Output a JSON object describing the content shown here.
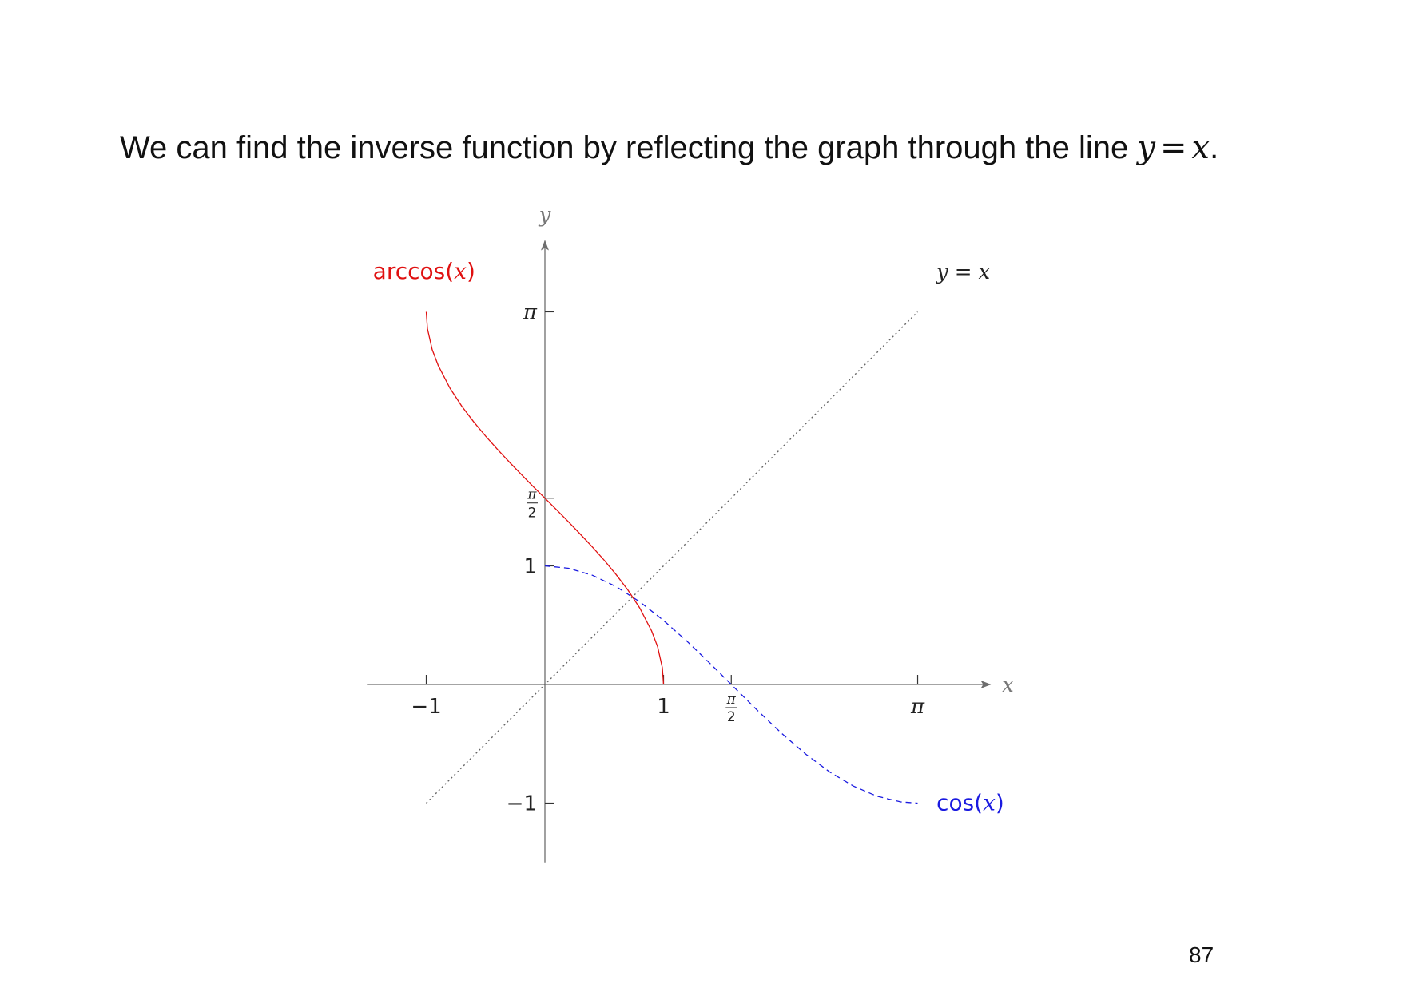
{
  "slide": {
    "heading_text": "We can find the inverse function by reflecting the graph through the line",
    "heading_var_left": "y",
    "heading_eq": "=",
    "heading_var_right": "x",
    "heading_end": ".",
    "page_number": "87"
  },
  "chart_data": {
    "type": "line",
    "title": "",
    "xlabel": "x",
    "ylabel": "y",
    "xlim": [
      -1.5,
      3.7
    ],
    "ylim": [
      -1.5,
      3.7
    ],
    "grid": false,
    "x_ticks": [
      {
        "value": -1,
        "label": "−1"
      },
      {
        "value": 1,
        "label": "1"
      },
      {
        "value": 1.5708,
        "label_num": "π",
        "label_den": "2"
      },
      {
        "value": 3.1416,
        "label": "π"
      }
    ],
    "y_ticks": [
      {
        "value": -1,
        "label": "−1"
      },
      {
        "value": 1,
        "label": "1"
      },
      {
        "value": 1.5708,
        "label_num": "π",
        "label_den": "2"
      },
      {
        "value": 3.1416,
        "label": "π"
      }
    ],
    "series": [
      {
        "name": "arccos(x)",
        "name_fn": "arccos",
        "name_arg": "x",
        "color": "#e01010",
        "style": "solid",
        "x": [
          -1.0,
          -0.99,
          -0.95,
          -0.9,
          -0.8,
          -0.7,
          -0.6,
          -0.5,
          -0.4,
          -0.3,
          -0.2,
          -0.1,
          0.0,
          0.1,
          0.2,
          0.3,
          0.4,
          0.5,
          0.6,
          0.7,
          0.8,
          0.9,
          0.95,
          0.99,
          1.0
        ],
        "y": [
          3.1416,
          3.0002,
          2.824,
          2.6906,
          2.4981,
          2.3462,
          2.2143,
          2.0944,
          1.9823,
          1.8755,
          1.7722,
          1.671,
          1.5708,
          1.4706,
          1.3694,
          1.2661,
          1.1593,
          1.0472,
          0.9273,
          0.7954,
          0.6435,
          0.451,
          0.3176,
          0.1415,
          0.0
        ]
      },
      {
        "name": "cos(x)",
        "name_fn": "cos",
        "name_arg": "x",
        "color": "#1a1ae0",
        "style": "dashed",
        "x": [
          0.0,
          0.2,
          0.4,
          0.6,
          0.8,
          1.0,
          1.2,
          1.4,
          1.6,
          1.8,
          2.0,
          2.2,
          2.4,
          2.6,
          2.8,
          3.0,
          3.1416
        ],
        "y": [
          1.0,
          0.9801,
          0.9211,
          0.8253,
          0.6967,
          0.5403,
          0.3624,
          0.17,
          -0.0292,
          -0.2272,
          -0.4161,
          -0.5885,
          -0.7374,
          -0.8569,
          -0.9422,
          -0.99,
          -1.0
        ]
      },
      {
        "name": "y = x",
        "name_left": "y",
        "name_eq": "=",
        "name_right": "x",
        "color": "#666666",
        "style": "dotted",
        "x": [
          -1.0,
          3.1416
        ],
        "y": [
          -1.0,
          3.1416
        ]
      }
    ]
  }
}
